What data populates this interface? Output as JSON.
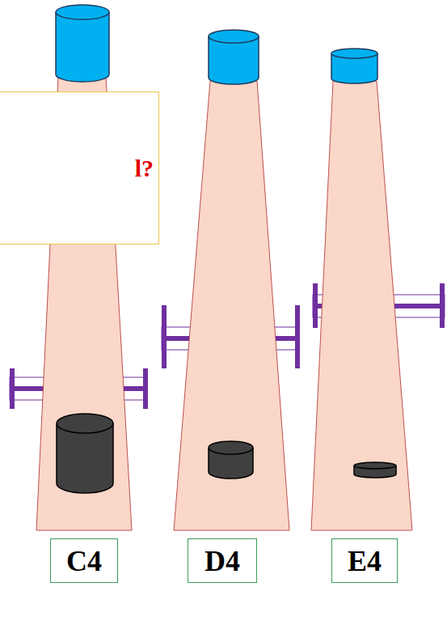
{
  "diagram": {
    "nodes": [
      {
        "text": [
          "l?"
        ]
      },
      {
        "text": [
          "C4"
        ]
      },
      {
        "text": [
          "D4"
        ]
      },
      {
        "text": [
          "E4"
        ]
      }
    ]
  }
}
